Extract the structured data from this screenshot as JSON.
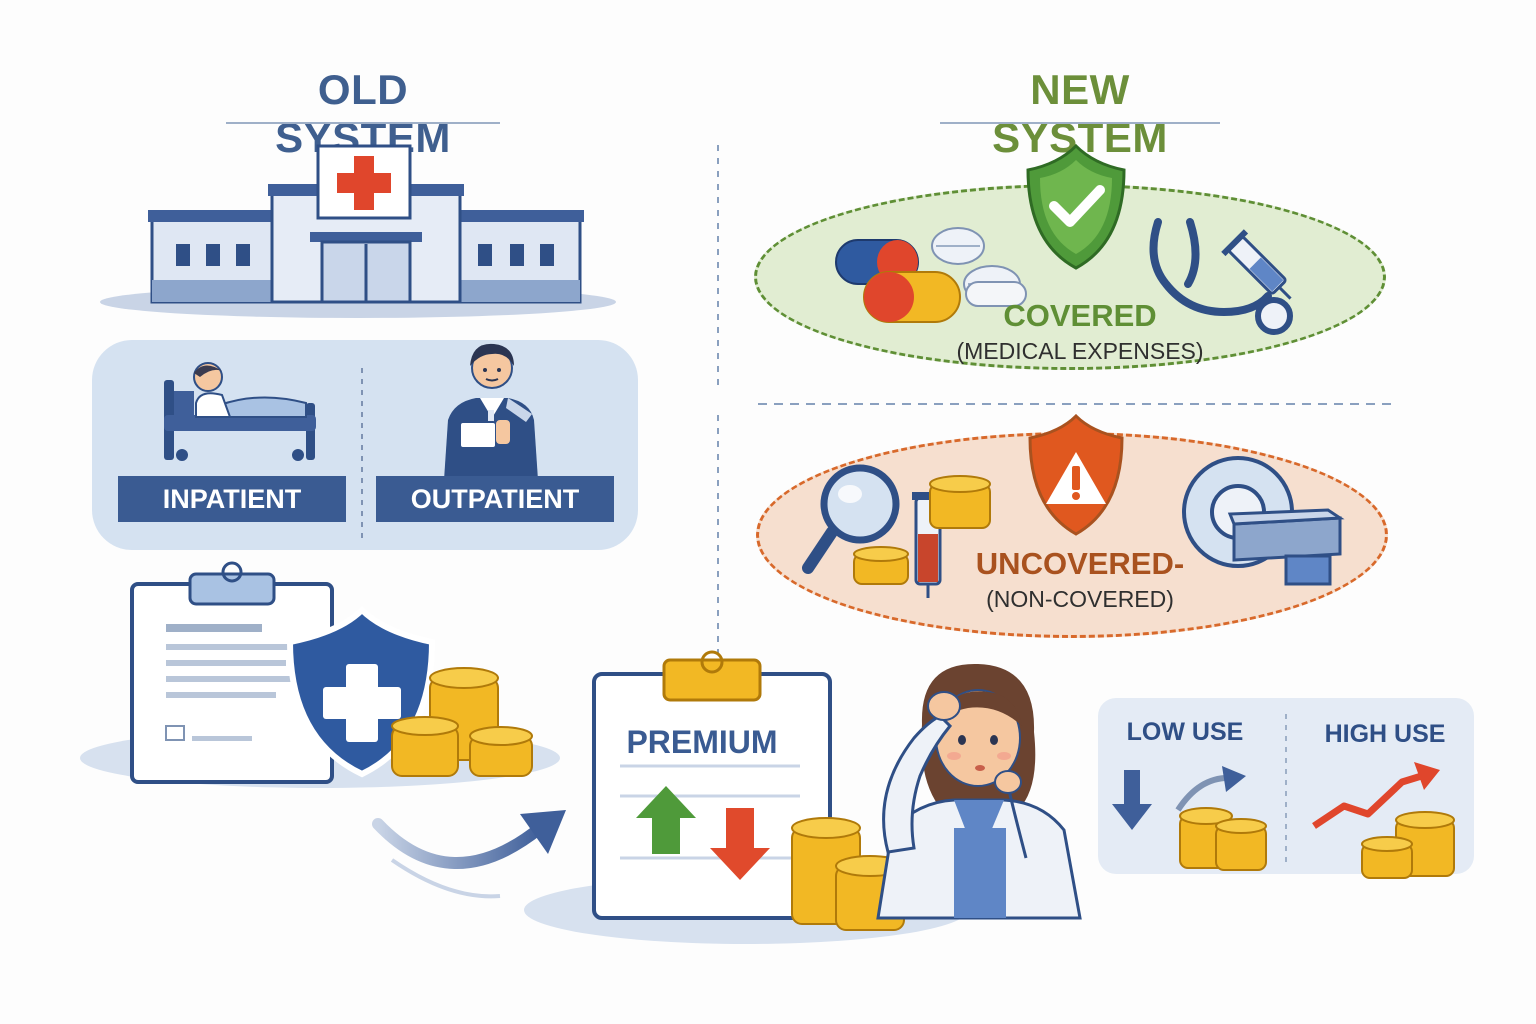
{
  "old_system": {
    "heading": "OLD SYSTEM",
    "inpatient_label": "INPATIENT",
    "outpatient_label": "OUTPATIENT"
  },
  "new_system": {
    "heading": "NEW SYSTEM",
    "covered_title": "COVERED",
    "covered_subtitle": "(MEDICAL EXPENSES)",
    "uncovered_title": "UNCOVERED-",
    "uncovered_subtitle": "(NON-COVERED)"
  },
  "premium": {
    "label": "PREMIUM"
  },
  "usage": {
    "low_label": "LOW USE",
    "high_label": "HIGH USE"
  },
  "colors": {
    "old_heading": "#3f5f8f",
    "new_heading": "#6c8f3a",
    "navy": "#2f4f86",
    "covered_green": "#5f8f35",
    "uncovered_orange": "#a9521f",
    "coin_gold": "#f2b824",
    "arrow_up_green": "#4f9a3a",
    "arrow_down_red": "#e04a2c"
  },
  "icons": [
    "hospital-icon",
    "red-cross-icon",
    "hospital-bed-icon",
    "doctor-icon",
    "clipboard-icon",
    "medical-shield-icon",
    "coin-stack-icon",
    "check-shield-icon",
    "pills-icon",
    "stethoscope-icon",
    "syringe-icon",
    "warning-shield-icon",
    "magnifier-icon",
    "test-tube-icon",
    "mri-scanner-icon",
    "curved-arrow-icon",
    "premium-clipboard-icon",
    "arrow-up-icon",
    "arrow-down-icon",
    "confused-woman-icon",
    "trend-up-icon"
  ]
}
